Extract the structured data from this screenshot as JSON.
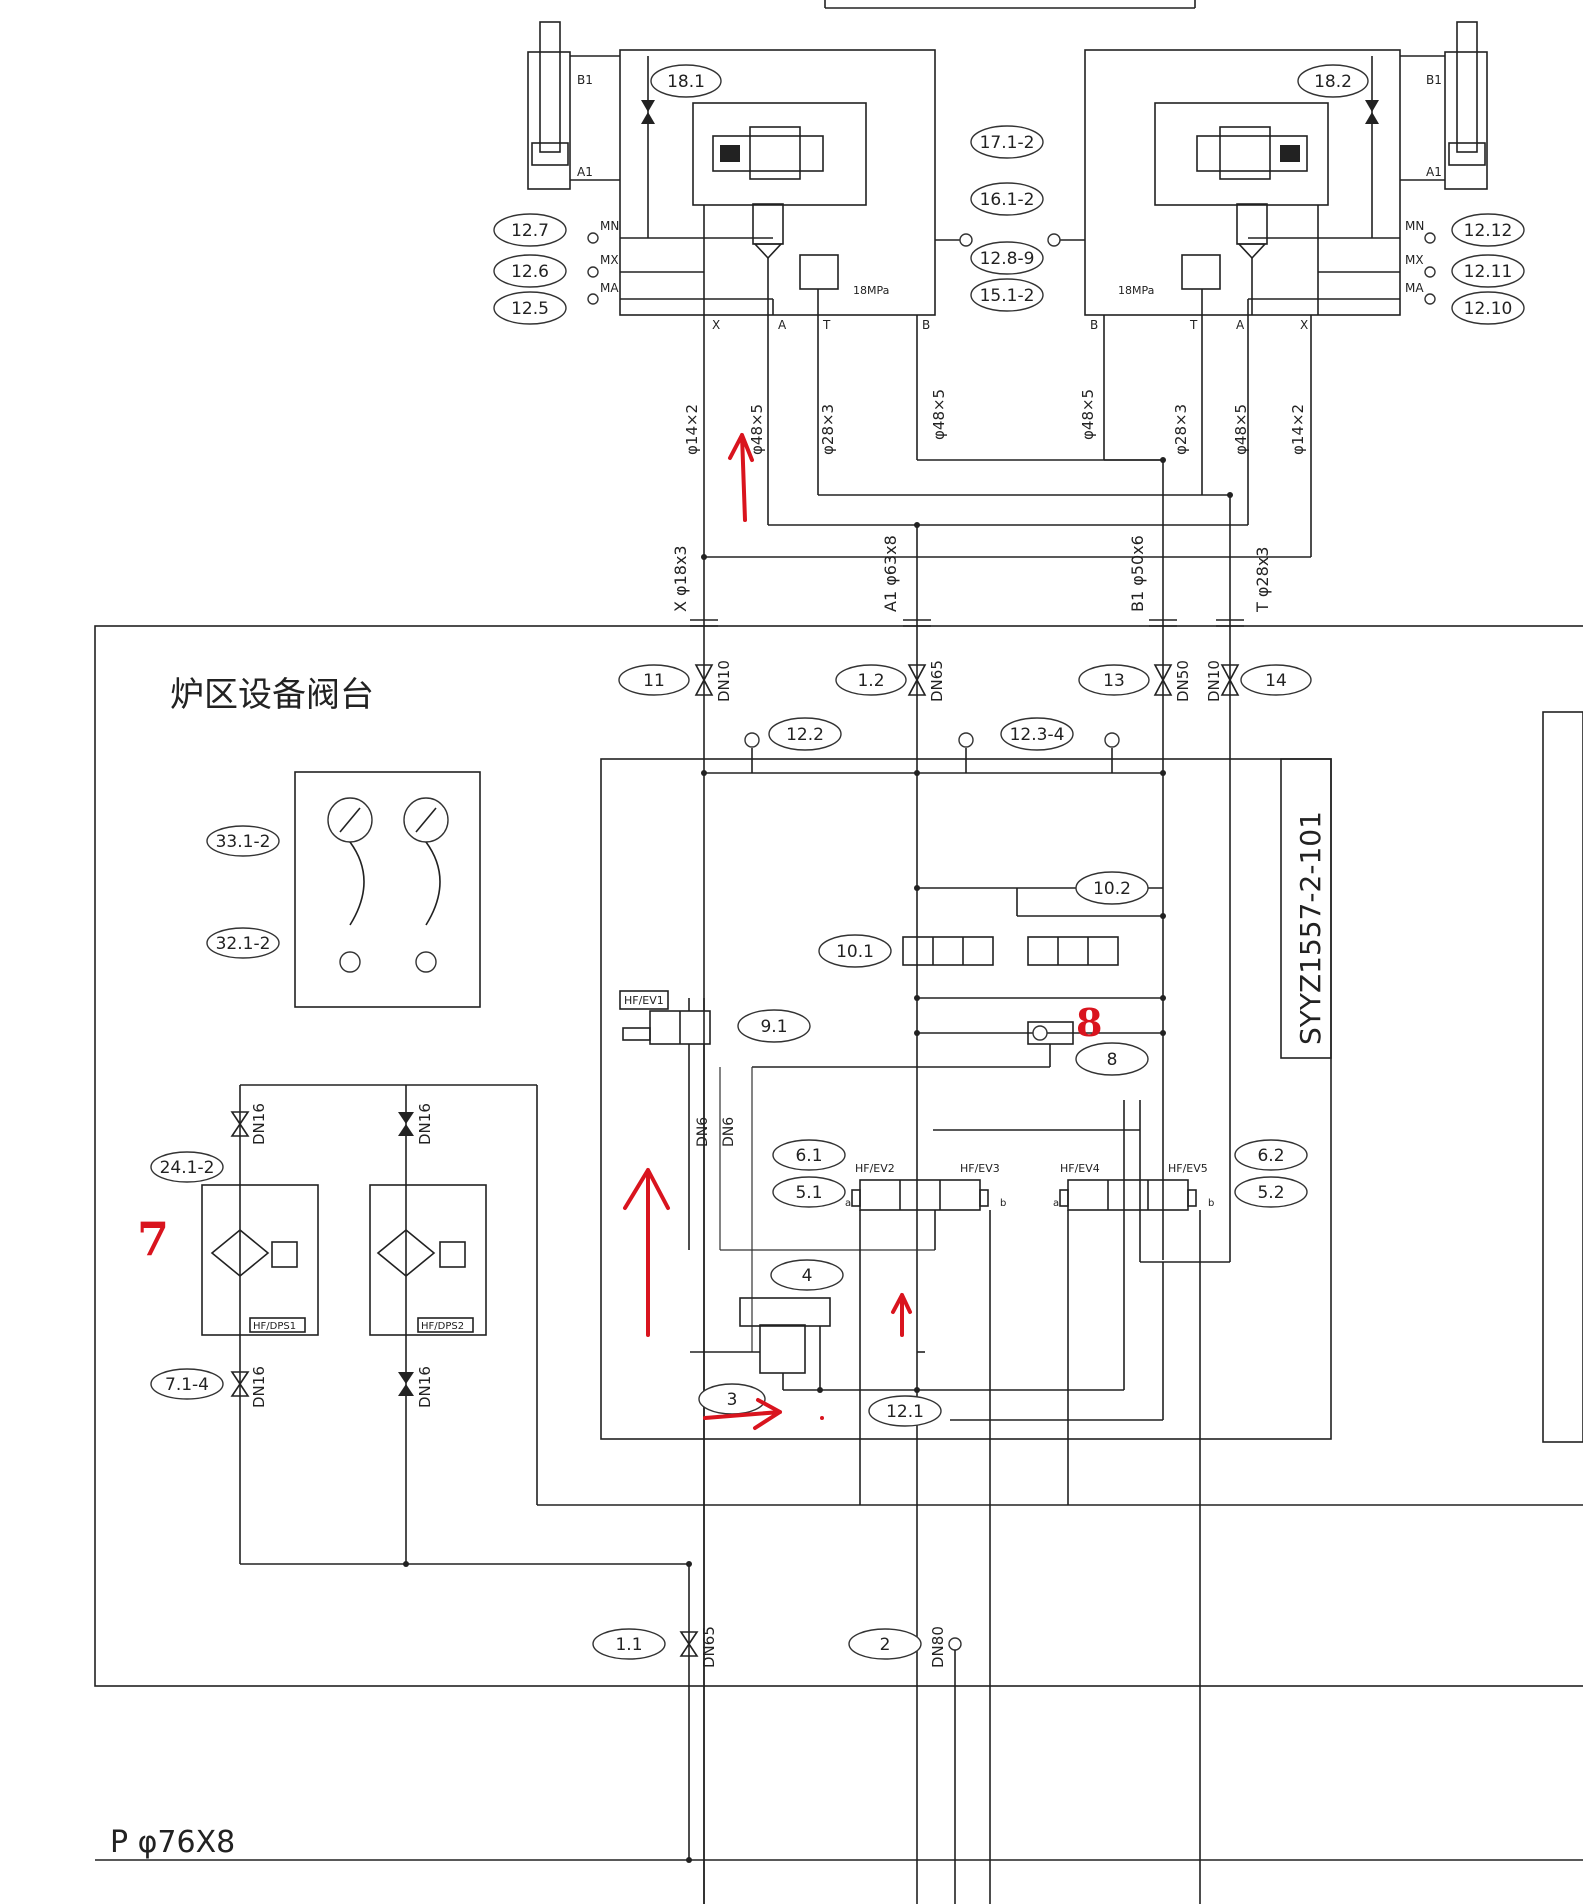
{
  "title": "炉区设备阀台",
  "drawing_no": "SYYZ1557-2-101",
  "supply_label": "P  φ76X8",
  "callouts": {
    "c18_1": "18.1",
    "c18_2": "18.2",
    "c17": "17.1-2",
    "c16": "16.1-2",
    "c128_9": "12.8-9",
    "c15": "15.1-2",
    "c12_7": "12.7",
    "c12_6": "12.6",
    "c12_5": "12.5",
    "c12_12": "12.12",
    "c12_11": "12.11",
    "c12_10": "12.10",
    "c11": "11",
    "c1_2": "1.2",
    "c13": "13",
    "c14": "14",
    "c12_2": "12.2",
    "c12_3_4": "12.3-4",
    "c33": "33.1-2",
    "c32": "32.1-2",
    "c10_1": "10.1",
    "c10_2": "10.2",
    "c9_1": "9.1",
    "c8": "8",
    "c6_1": "6.1",
    "c5_1": "5.1",
    "c6_2": "6.2",
    "c5_2": "5.2",
    "c4": "4",
    "c3": "3",
    "c12_1": "12.1",
    "c24": "24.1-2",
    "c7_1_4": "7.1-4",
    "c1_1": "1.1",
    "c2": "2"
  },
  "port_labels": {
    "B1": "B1",
    "A1": "A1",
    "MN": "MN",
    "MX": "MX",
    "MA": "MA",
    "X": "X",
    "A": "A",
    "T": "T",
    "B": "B",
    "pressure": "18MPa",
    "P": "P",
    "a": "a",
    "b": "b"
  },
  "pipes": {
    "p14x2": "φ14×2",
    "p48x5": "φ48×5",
    "p28x3": "φ28×3",
    "x18": "X φ18x3",
    "a63": "A1 φ63x8",
    "b50": "B1 φ50x6",
    "t28": "T φ28x3"
  },
  "valve_sizes": {
    "dn10": "DN10",
    "dn65": "DN65",
    "dn50": "DN50",
    "dn6": "DN6",
    "dn16": "DN16",
    "dn80": "DN80"
  },
  "component_tags": {
    "ev1": "HF/EV1",
    "ev2": "HF/EV2",
    "ev3": "HF/EV3",
    "ev4": "HF/EV4",
    "ev5": "HF/EV5",
    "dps1": "HF/DPS1",
    "dps2": "HF/DPS2"
  },
  "annotations": {
    "mark7": "7",
    "mark8": "8"
  },
  "colors": {
    "line": "#222222",
    "annotation": "#d9141e",
    "background": "#ffffff"
  }
}
